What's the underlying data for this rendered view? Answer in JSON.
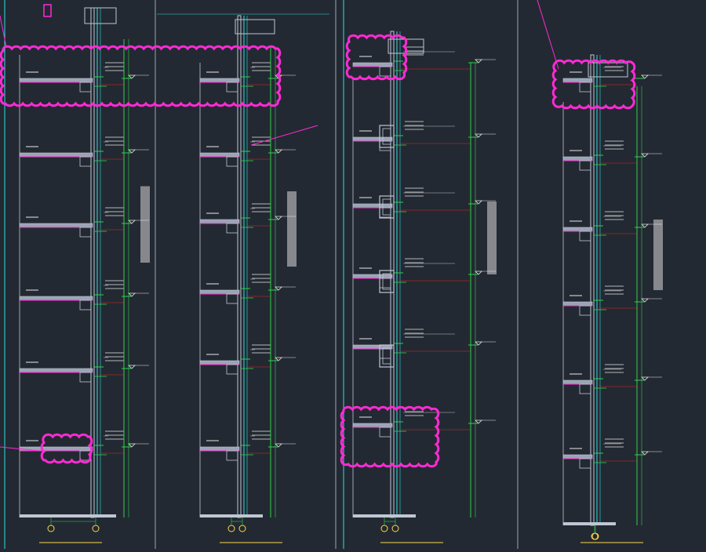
{
  "drawing": {
    "background": "#232932",
    "colors": {
      "slab": "#9aa4b4",
      "frame": "#bfc6d4",
      "mullion": "#2ee0e0",
      "dimension": "#2fd14a",
      "markup": "#ff2ad4",
      "section_line": "#e02424",
      "text": "#e8e8e8",
      "title": "#ffd84a",
      "bubble": "#ffd84a"
    },
    "sections": [
      {
        "id": "s1",
        "title": ""
      },
      {
        "id": "s2",
        "title": ""
      },
      {
        "id": "s3",
        "title": ""
      },
      {
        "id": "s4",
        "title": ""
      }
    ],
    "icons": [
      "revision-cloud-icon",
      "axis-bubble-icon",
      "level-marker-icon"
    ]
  }
}
